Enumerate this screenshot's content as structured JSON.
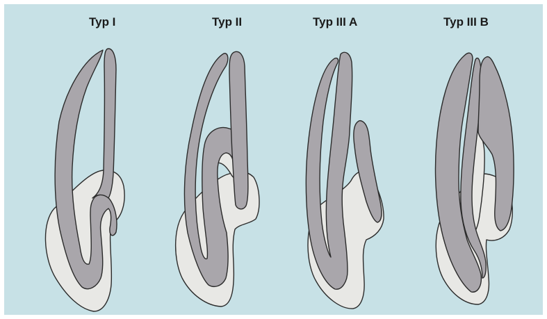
{
  "diagram": {
    "background_color": "#c7e1e6",
    "tooth_fill_color": "#e8e8e5",
    "canal_fill_color": "#a9a6ab",
    "outline_color": "#2b2b2b",
    "labels": [
      {
        "id": "typ1",
        "text": "Typ I"
      },
      {
        "id": "typ2",
        "text": "Typ II"
      },
      {
        "id": "typ3a",
        "text": "Typ III A"
      },
      {
        "id": "typ3b",
        "text": "Typ III B"
      }
    ]
  }
}
